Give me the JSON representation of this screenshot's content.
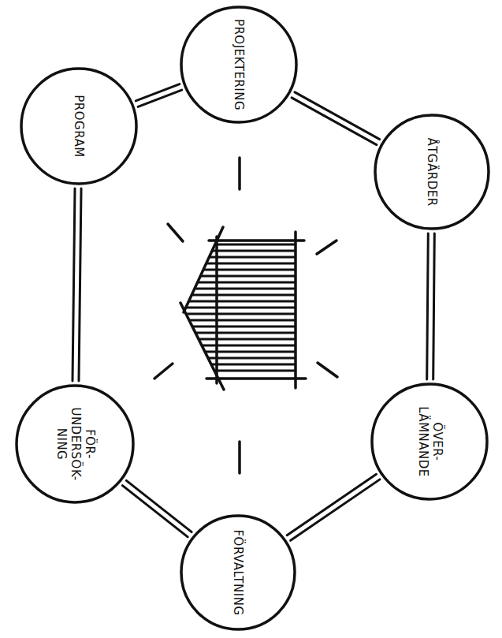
{
  "diagram": {
    "nodes": [
      {
        "text": [
          "PROGRAM"
        ]
      },
      {
        "text": [
          "PROJEKTERING"
        ]
      },
      {
        "text": [
          "ÅTGÄRDER"
        ]
      },
      {
        "text": [
          "ÖVER- LÄMNANDE"
        ]
      },
      {
        "text": [
          "FÖRVALTNING"
        ]
      },
      {
        "text": [
          "FÖR- UNDERSÖK- NING"
        ]
      }
    ],
    "edges": [
      {
        "from": 0,
        "to": 1,
        "arrow": "none"
      },
      {
        "from": 1,
        "to": 2,
        "arrow": "none"
      },
      {
        "from": 2,
        "to": 3,
        "arrow": "none"
      },
      {
        "from": 3,
        "to": 4,
        "arrow": "none"
      },
      {
        "from": 4,
        "to": 5,
        "arrow": "none"
      },
      {
        "from": 5,
        "to": 0,
        "arrow": "none"
      }
    ]
  }
}
